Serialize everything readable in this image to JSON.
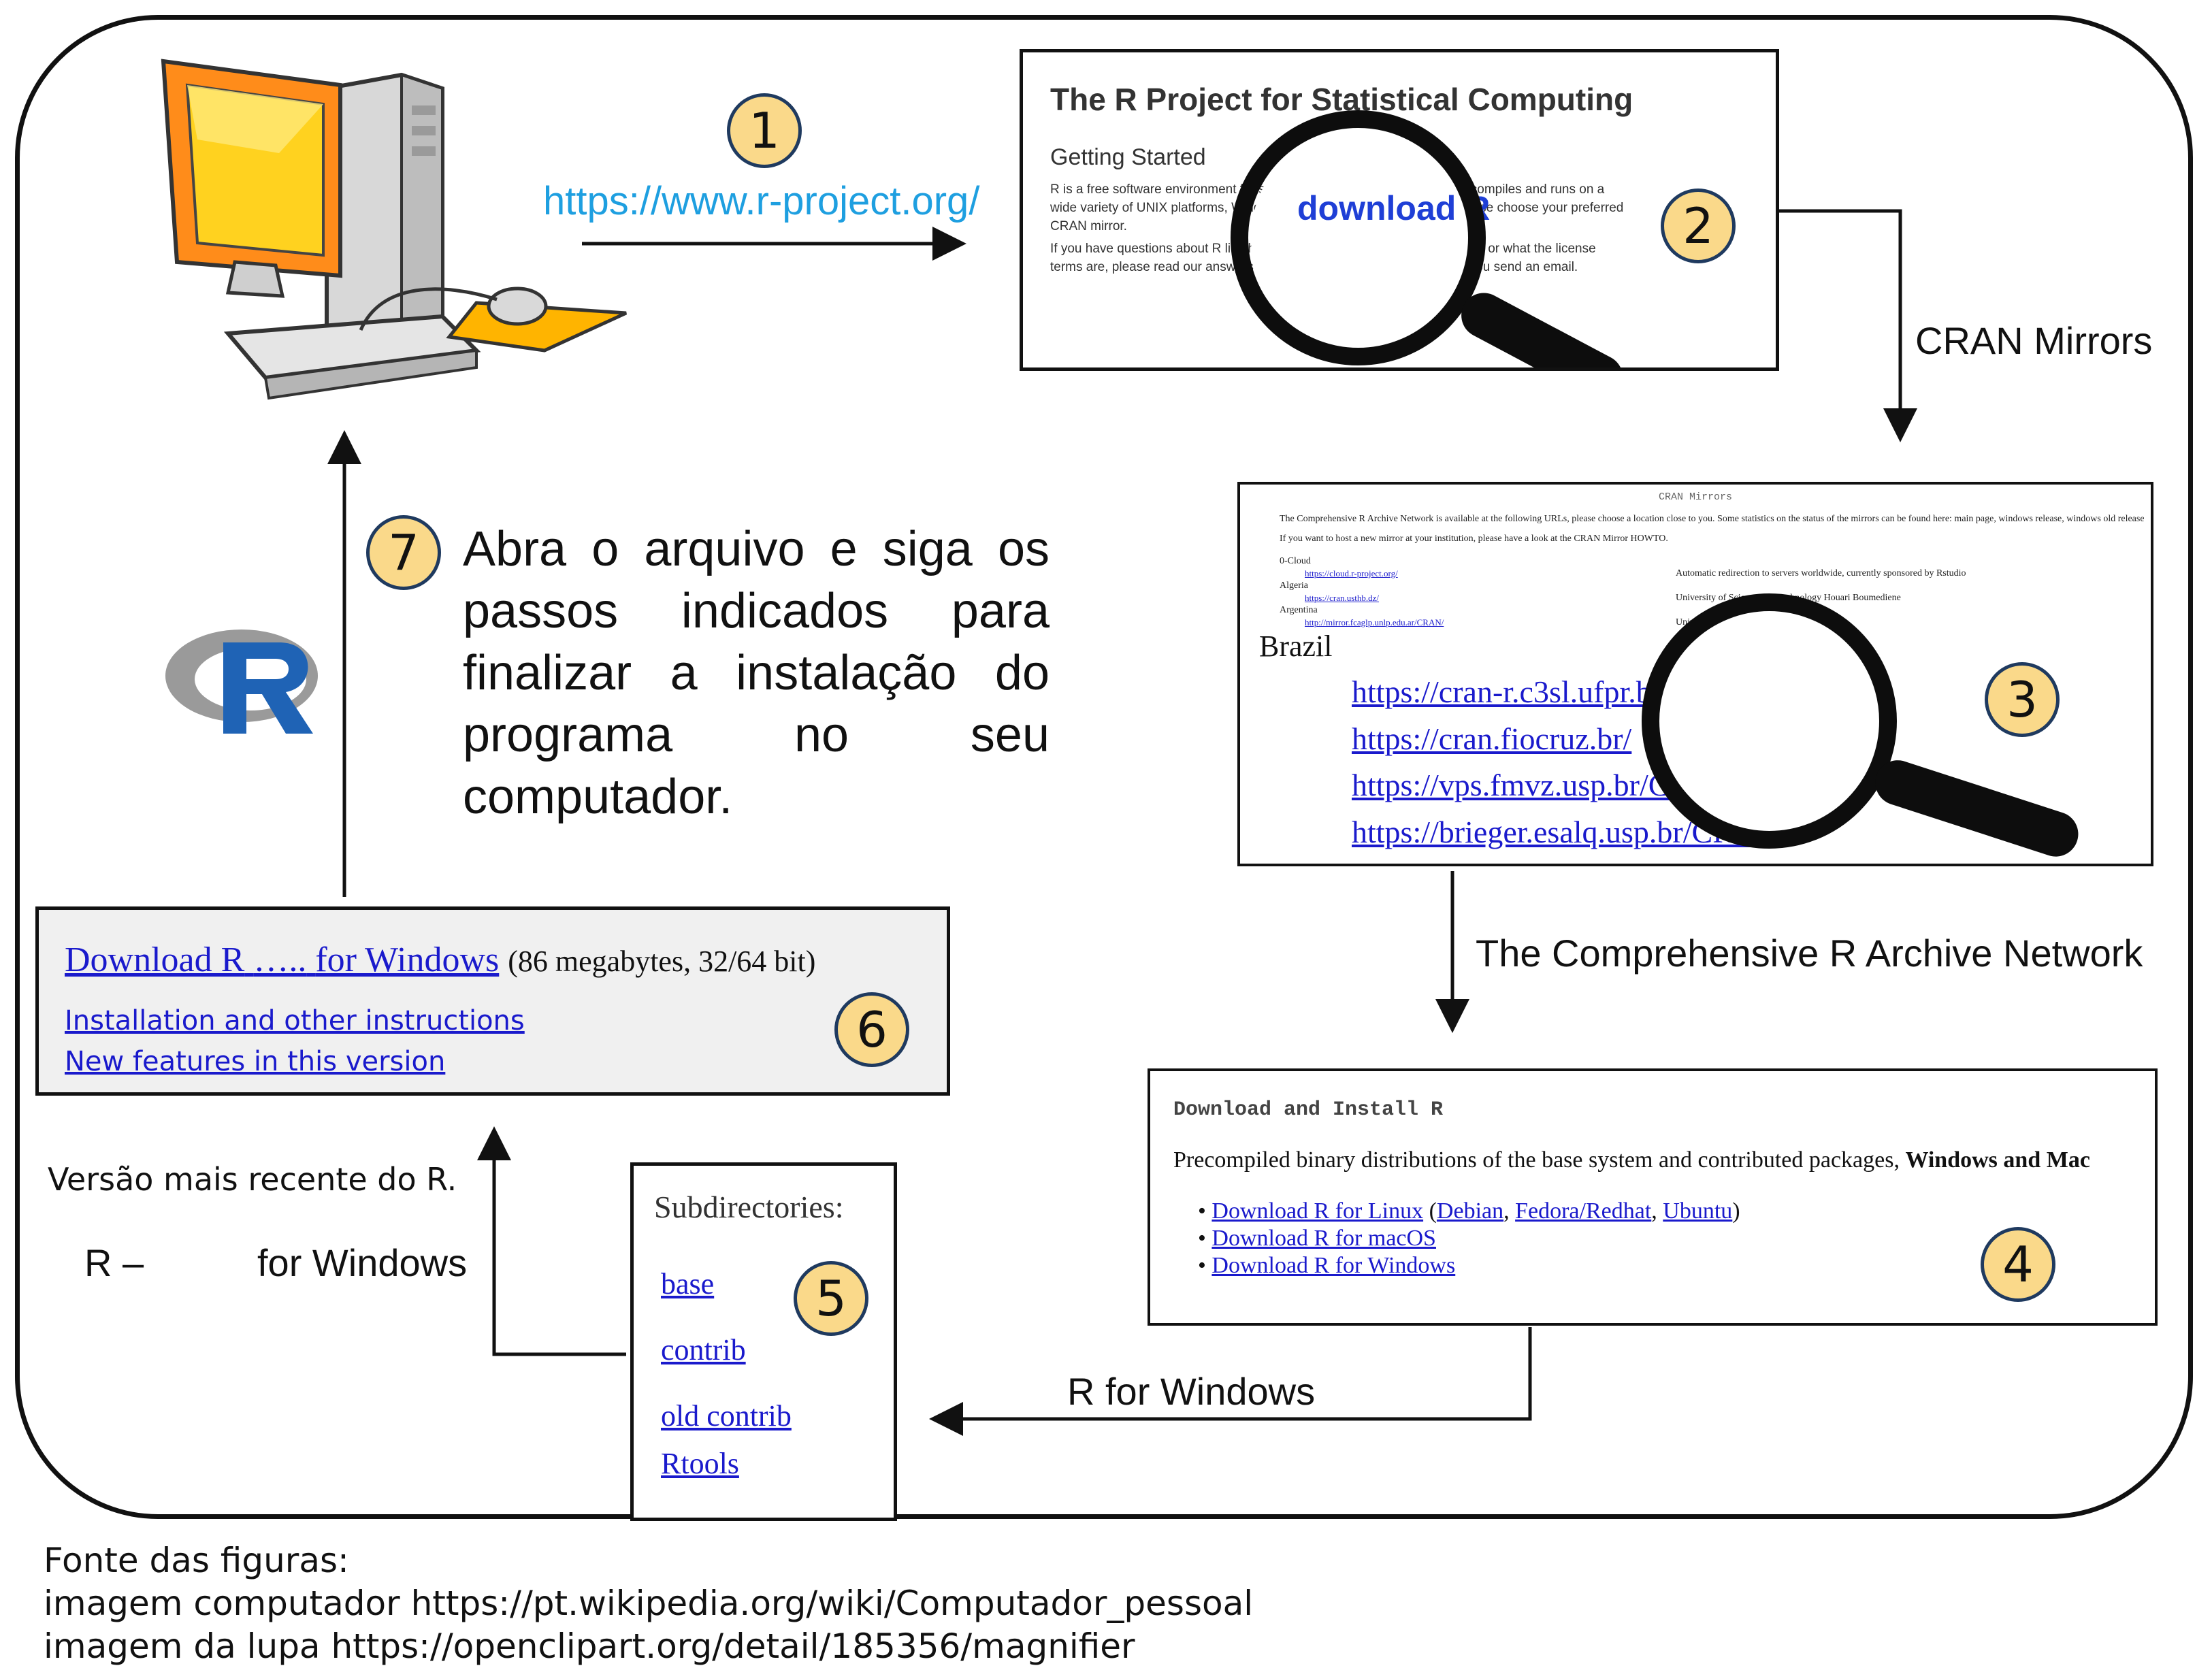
{
  "steps": [
    "1",
    "2",
    "3",
    "4",
    "5",
    "6",
    "7"
  ],
  "labels": {
    "url": "https://www.r-project.org/",
    "cran_mirrors": "CRAN Mirrors",
    "cran_network": "The Comprehensive R Archive Network",
    "r_for_windows": "R for Windows",
    "recent_version": "Versão mais recente do R.",
    "r_dash": "R –",
    "for_windows": "for Windows"
  },
  "step7_text": "Abra o arquivo e siga os passos indicados para finalizar a instalação do programa no seu computador.",
  "shot2": {
    "title": "The R Project for Statistical Computing",
    "subtitle": "Getting Started",
    "body1": "R is a free software environment for statistical computing and graphics. It compiles and runs on a wide variety of UNIX platforms, Windows and MacOS. To download R, please choose your preferred CRAN mirror.",
    "body2": "If you have questions about R like how to download and install the software, or what the license terms are, please read our answers to frequently asked questions before you send an email.",
    "download": "download R"
  },
  "shot3": {
    "header": "CRAN Mirrors",
    "intro": "The Comprehensive R Archive Network is available at the following URLs, please choose a location close to you. Some statistics on the status of the mirrors can be found here: main page, windows release, windows old release.",
    "host": "If you want to host a new mirror at your institution, please have a look at the CRAN Mirror HOWTO.",
    "rows": [
      {
        "group": "0-Cloud",
        "url": "https://cloud.r-project.org/",
        "desc": "Automatic redirection to servers worldwide, currently sponsored by Rstudio"
      },
      {
        "group": "Algeria",
        "url": "https://cran.usthb.dz/",
        "desc": "University of Science and Technology Houari Boumediene"
      },
      {
        "group": "Argentina",
        "url": "http://mirror.fcaglp.unlp.edu.ar/CRAN/",
        "desc": "Universidad Nacional de La Plata"
      }
    ],
    "country": "Brazil",
    "brazil_links": [
      "https://cran-r.c3sl.ufpr.br/",
      "https://cran.fiocruz.br/",
      "https://vps.fmvz.usp.br/CRAN/",
      "https://brieger.esalq.usp.br/CRAN/"
    ]
  },
  "shot4": {
    "title": "Download and Install R",
    "text": "Precompiled binary distributions of the base system and contributed packages,",
    "text_bold": "Windows and Mac",
    "linux": "Download R for Linux",
    "debian": "Debian",
    "fedora": "Fedora/Redhat",
    "ubuntu": "Ubuntu",
    "mac": "Download R for macOS",
    "windows": "Download R for Windows"
  },
  "shot5": {
    "title": "Subdirectories:",
    "links": [
      "base",
      "contrib",
      "old contrib",
      "Rtools"
    ]
  },
  "shot6": {
    "download_a": "Download R",
    "download_dots": "…..",
    "download_b": "for Windows",
    "size": "(86 megabytes, 32/64 bit)",
    "install": "Installation and other instructions",
    "features": "New features in this version"
  },
  "footer": [
    "Fonte das figuras:",
    "imagem computador https://pt.wikipedia.org/wiki/Computador_pessoal",
    "imagem da lupa https://openclipart.org/detail/185356/magnifier"
  ],
  "colors": {
    "step_fill": "#fad98a",
    "step_border": "#1f3a5f",
    "url": "#1e9fe0",
    "link": "#1a1acc",
    "r_logo_blue": "#1f63b5",
    "r_logo_gray": "#9a9a9a"
  },
  "icons": [
    "computer-icon",
    "r-logo-icon",
    "magnifier-icon"
  ]
}
